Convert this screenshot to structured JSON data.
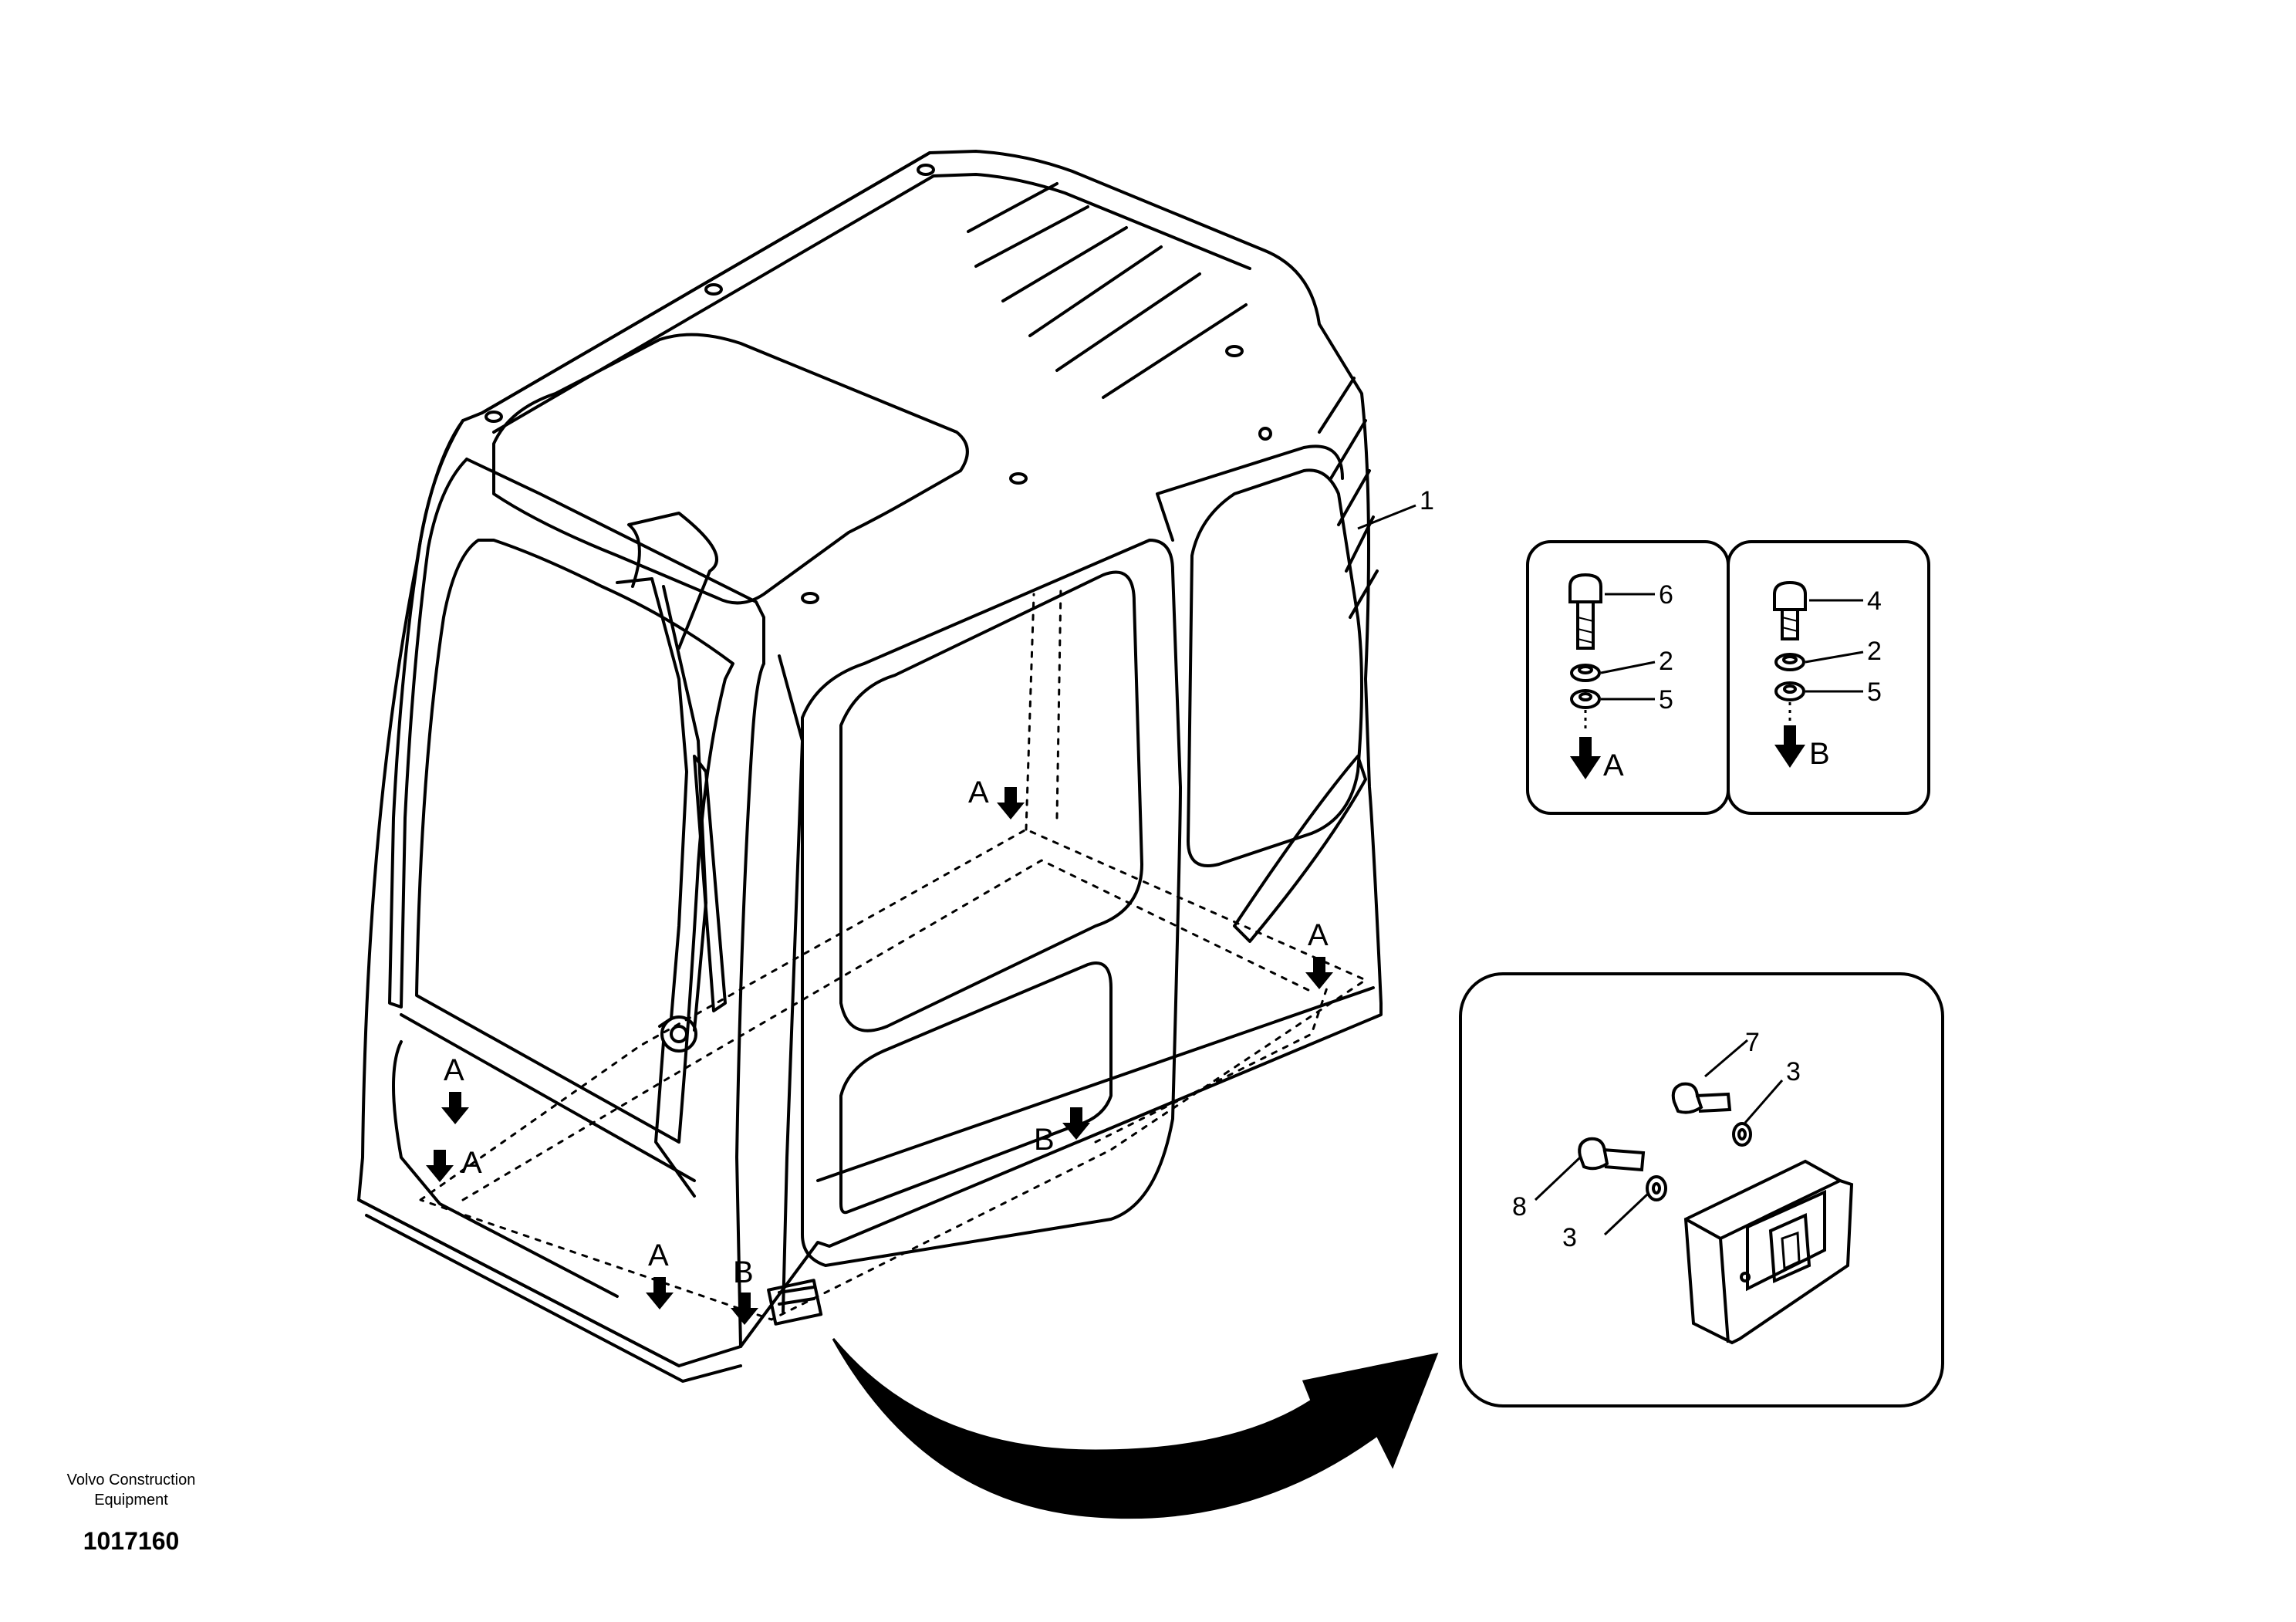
{
  "callouts": {
    "cab": "1",
    "detail_a_bolt": "6",
    "detail_a_washer_top": "2",
    "detail_a_washer_bottom": "5",
    "detail_a_ref": "A",
    "detail_b_bolt": "4",
    "detail_b_washer_top": "2",
    "detail_b_washer_bottom": "5",
    "detail_b_ref": "B",
    "switch_screw_upper": "7",
    "switch_washer_upper": "3",
    "switch_screw_lower": "8",
    "switch_washer_lower": "3"
  },
  "mount_points": [
    "A",
    "A",
    "A",
    "A",
    "A",
    "B",
    "B"
  ],
  "footer": {
    "company": "Volvo Construction Equipment",
    "doc_number": "1017160"
  },
  "colors": {
    "line": "#000000",
    "background": "#ffffff"
  }
}
